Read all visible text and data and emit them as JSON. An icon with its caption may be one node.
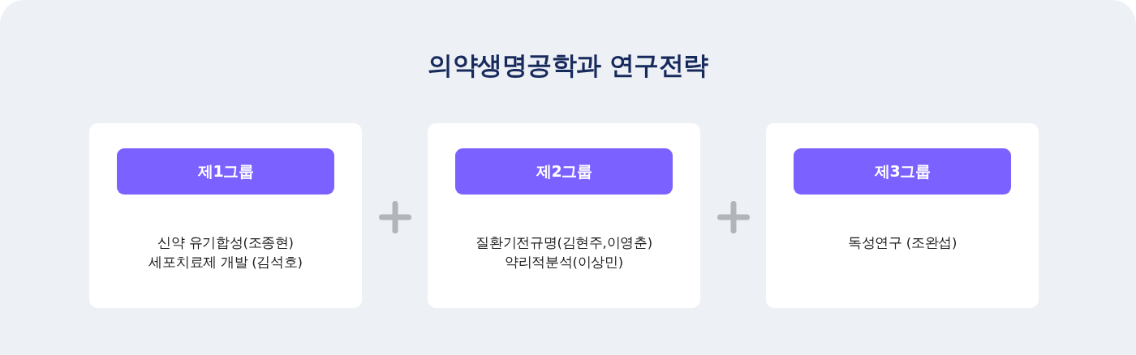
{
  "diagram": {
    "title": "의약생명공학과 연구전략",
    "nodes": [
      {
        "text": [
          "신약 유기합성(조종현)",
          "세포치료제 개발 (김석호)"
        ]
      },
      {
        "text": [
          "제1그룹"
        ],
        "in": 0
      },
      {
        "text": [
          "질환기전규명(김현주,이영춘)",
          "약리적분석(이상민)"
        ]
      },
      {
        "text": [
          "제2그룹"
        ],
        "in": 2
      },
      {
        "text": [
          "독성연구 (조완섭)"
        ]
      },
      {
        "text": [
          "제3그룹"
        ],
        "in": 4
      }
    ]
  }
}
